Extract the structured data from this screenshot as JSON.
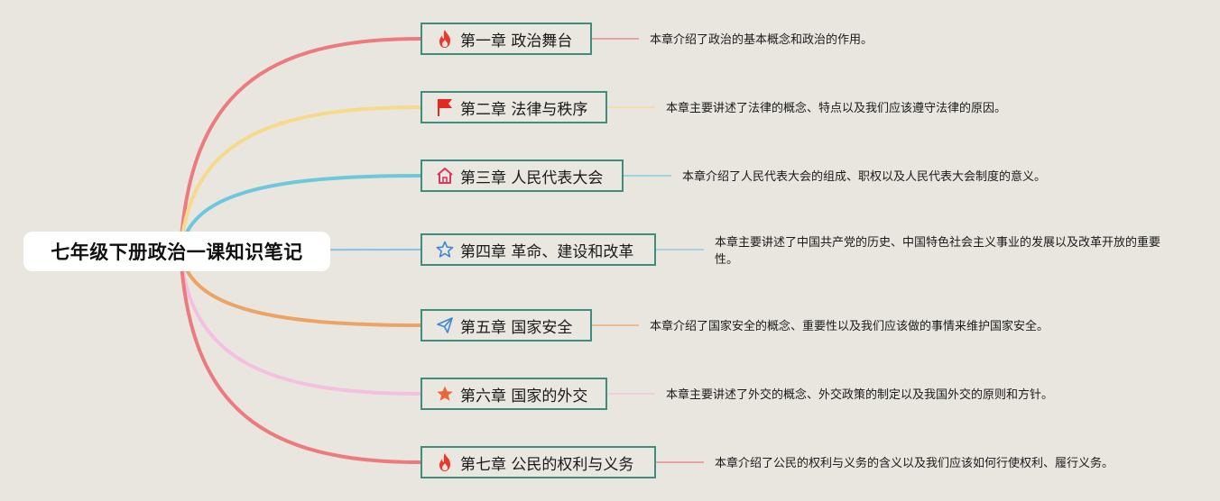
{
  "root": {
    "title": "七年级下册政治一课知识笔记"
  },
  "chapters": [
    {
      "label": "第一章 政治舞台",
      "description": "本章介绍了政治的基本概念和政治的作用。",
      "icon": "fire-icon",
      "branch_color": "#ec7b7f"
    },
    {
      "label": "第二章 法律与秩序",
      "description": "本章主要讲述了法律的概念、特点以及我们应该遵守法律的原因。",
      "icon": "flag-icon",
      "branch_color": "#f6d98b"
    },
    {
      "label": "第三章 人民代表大会",
      "description": "本章介绍了人民代表大会的组成、职权以及人民代表大会制度的意义。",
      "icon": "home-icon",
      "branch_color": "#6ec8dc"
    },
    {
      "label": "第四章 革命、建设和改革",
      "description": "本章主要讲述了中国共产党的历史、中国特色社会主义事业的发展以及改革开放的重要性。",
      "icon": "star-outline-icon",
      "branch_color": "#84c4e4"
    },
    {
      "label": "第五章 国家安全",
      "description": "本章介绍了国家安全的概念、重要性以及我们应该做的事情来维护国家安全。",
      "icon": "paper-plane-icon",
      "branch_color": "#eba466"
    },
    {
      "label": "第六章 国家的外交",
      "description": "本章主要讲述了外交的概念、外交政策的制定以及我国外交的原则和方针。",
      "icon": "star-filled-icon",
      "branch_color": "#f4bfe0"
    },
    {
      "label": "第七章 公民的权利与义务",
      "description": "本章介绍了公民的权利与义务的含义以及我们应该如何行使权利、履行义务。",
      "icon": "fire-icon",
      "branch_color": "#ec7b7f"
    }
  ]
}
